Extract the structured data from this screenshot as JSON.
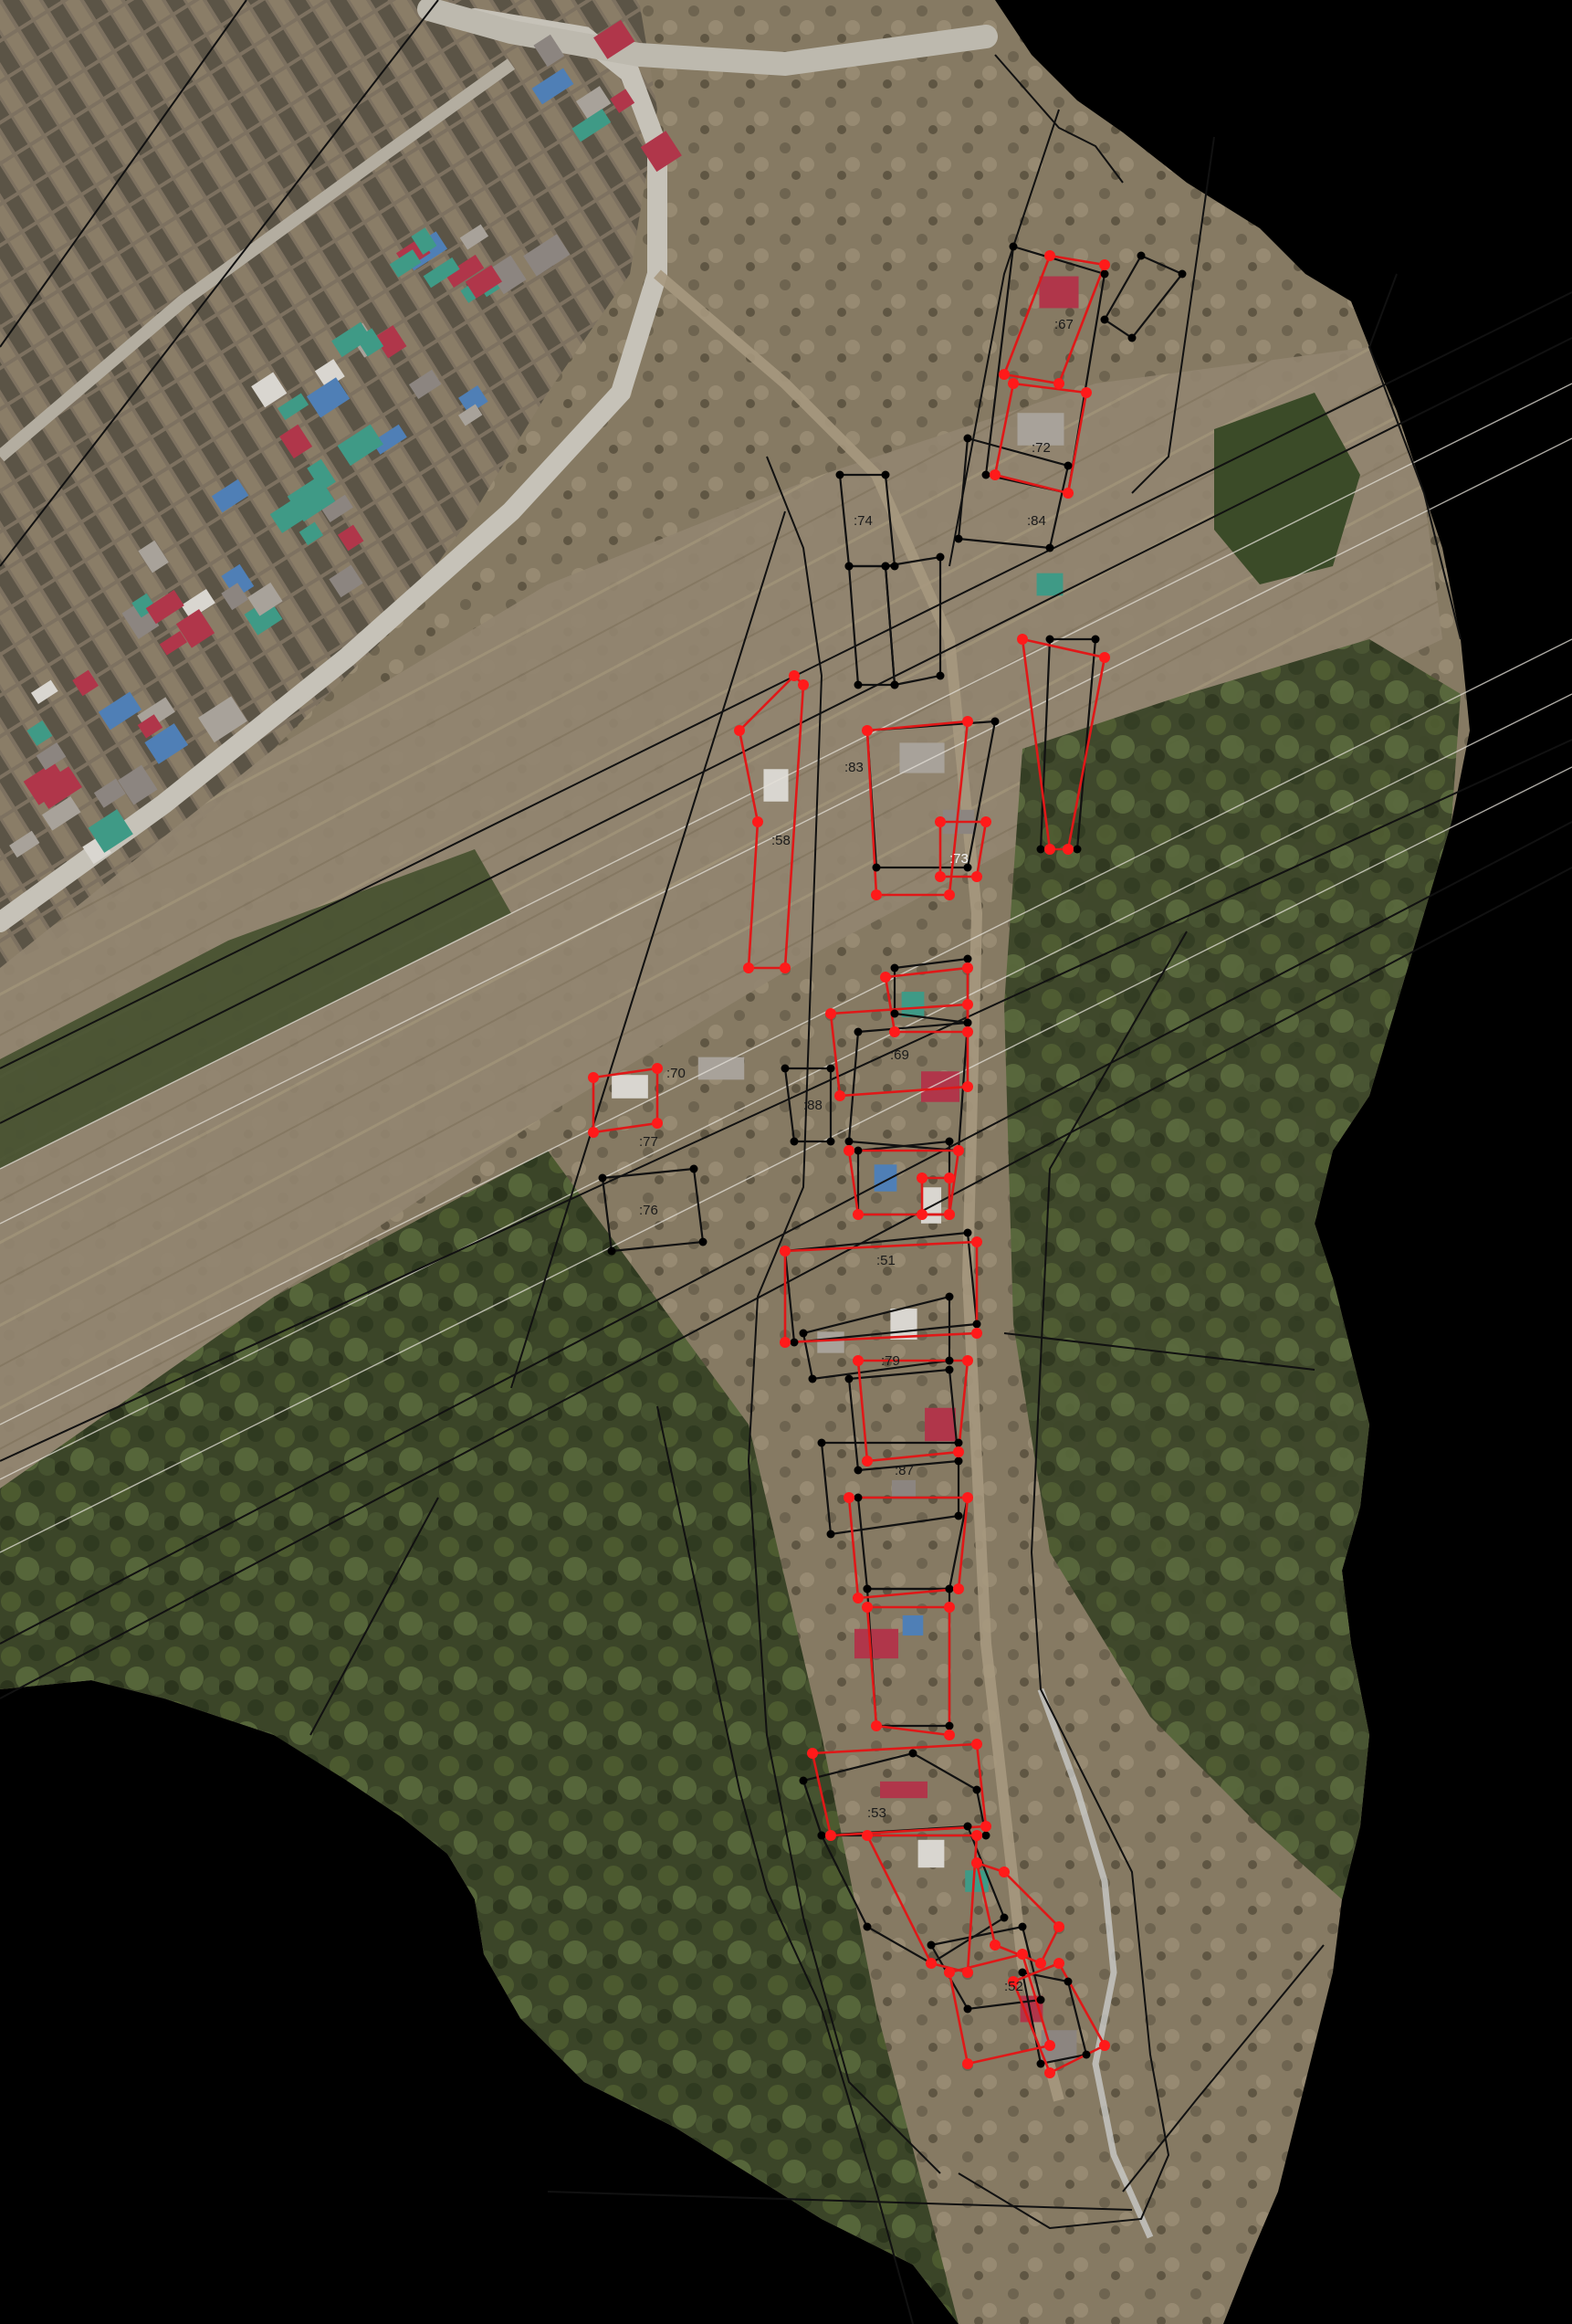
{
  "map": {
    "type": "orthophoto-cadastral-overlay",
    "colors": {
      "background": "#000000",
      "terrain_dry": "#8e806a",
      "terrain_field": "#9b8c74",
      "forest": "#3f4a2a",
      "forest_light": "#5f6d3a",
      "road": "#bdbab2",
      "roof_red": "#b0364a",
      "roof_blue": "#4f7fb6",
      "roof_teal": "#3f9a86",
      "line_black": "#111111",
      "line_red": "#e01818",
      "point_black": "#000000",
      "point_red": "#ff1a1a"
    },
    "plot_labels": [
      {
        "id": "p67",
        "text": ":67"
      },
      {
        "id": "p72",
        "text": ":72"
      },
      {
        "id": "p84",
        "text": ":84"
      },
      {
        "id": "p83",
        "text": ":83"
      },
      {
        "id": "p73",
        "text": ":73"
      },
      {
        "id": "p58",
        "text": ":58"
      },
      {
        "id": "p76",
        "text": ":76"
      },
      {
        "id": "p77",
        "text": ":77"
      },
      {
        "id": "p70",
        "text": ":70"
      },
      {
        "id": "p69",
        "text": ":69"
      },
      {
        "id": "p51",
        "text": ":51"
      },
      {
        "id": "p79",
        "text": ":79"
      },
      {
        "id": "p87",
        "text": ":87"
      },
      {
        "id": "p53",
        "text": ":53"
      },
      {
        "id": "p52",
        "text": ":52"
      },
      {
        "id": "p88",
        "text": ":88"
      },
      {
        "id": "p74",
        "text": ":74"
      }
    ]
  }
}
